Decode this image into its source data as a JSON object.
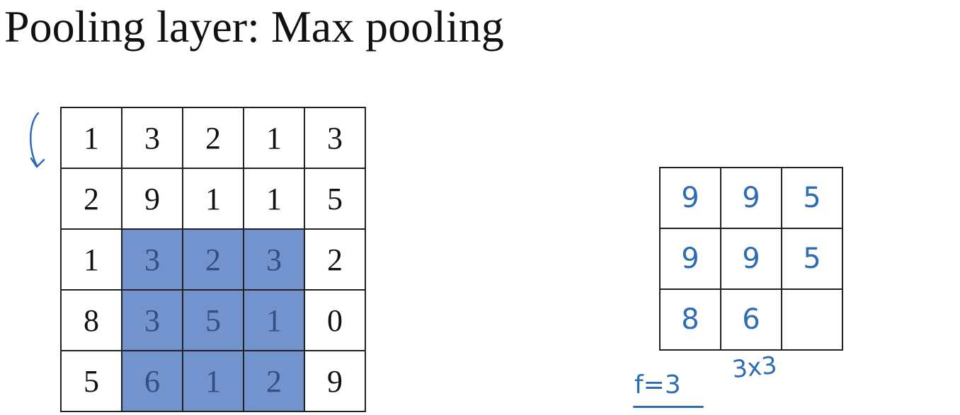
{
  "title": "Pooling layer: Max pooling",
  "input_grid": {
    "rows": [
      [
        "1",
        "3",
        "2",
        "1",
        "3"
      ],
      [
        "2",
        "9",
        "1",
        "1",
        "5"
      ],
      [
        "1",
        "3",
        "2",
        "3",
        "2"
      ],
      [
        "8",
        "3",
        "5",
        "1",
        "0"
      ],
      [
        "5",
        "6",
        "1",
        "2",
        "9"
      ]
    ],
    "highlight": {
      "row_start": 2,
      "row_end": 4,
      "col_start": 1,
      "col_end": 3
    },
    "highlight_color": "#7393cf"
  },
  "output_grid": {
    "rows": [
      [
        "9",
        "9",
        "5"
      ],
      [
        "9",
        "9",
        "5"
      ],
      [
        "8",
        "6",
        ""
      ]
    ]
  },
  "annotations": {
    "output_size": "3x3",
    "filter_size": "f=3"
  },
  "colors": {
    "ink": "#2e6cb5",
    "text": "#111111"
  }
}
